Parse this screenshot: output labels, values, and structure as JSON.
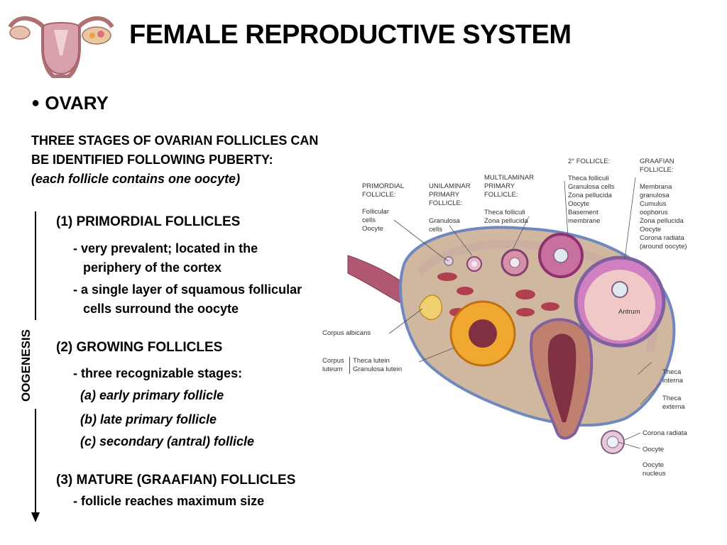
{
  "slide": {
    "title": "FEMALE REPRODUCTIVE SYSTEM",
    "heading_bullet": "●",
    "heading": "OVARY",
    "intro": {
      "line1": "THREE STAGES OF OVARIAN FOLLICLES CAN",
      "line2": "BE IDENTIFIED FOLLOWING PUBERTY:",
      "note": "(each follicle contains one oocyte)"
    },
    "side_label": "OOGENESIS",
    "stages": {
      "s1_title": "(1) PRIMORDIAL FOLLICLES",
      "s1_b1_l1": "- very prevalent; located in the",
      "s1_b1_l2": "periphery of the cortex",
      "s1_b2_l1": "- a single layer of squamous follicular",
      "s1_b2_l2": "cells surround the oocyte",
      "s2_title": "(2) GROWING FOLLICLES",
      "s2_b1": "- three recognizable stages:",
      "s2_a": "(a) early primary follicle",
      "s2_b": "(b) late primary follicle",
      "s2_c": "(c) secondary (antral)  follicle",
      "s3_title": "(3) MATURE (GRAAFIAN) FOLLICLES",
      "s3_b1": "- follicle reaches maximum size"
    }
  },
  "diagram": {
    "primordial": [
      "PRIMORDIAL",
      "FOLLICLE:"
    ],
    "unilaminar": [
      "UNILAMINAR",
      "PRIMARY",
      "FOLLICLE:"
    ],
    "multilaminar": [
      "MULTILAMINAR",
      "PRIMARY",
      "FOLLICLE:"
    ],
    "secondary": "2° FOLLICLE:",
    "graafian": [
      "GRAAFIAN",
      "FOLLICLE:"
    ],
    "follicular_cells": [
      "Follicular",
      "cells",
      "Oocyte"
    ],
    "granulosa_cells_left": [
      "Granulosa",
      "cells"
    ],
    "theca_zona": [
      "Theca folliculi",
      "Zona pellucida"
    ],
    "secondary_parts": [
      "Theca folliculi",
      "Granulosa cells",
      "Zona pellucida",
      "Oocyte",
      "Basement",
      "membrane"
    ],
    "graafian_parts": [
      "Membrana",
      "granulosa",
      "Cumulus",
      "oophorus",
      "Zona pellucida",
      "Oocyte",
      "Corona radiata",
      "(around oocyte)"
    ],
    "antrum": "Antrum",
    "corpus_albicans": "Corpus albicans",
    "corpus_luteum": [
      "Corpus",
      "luteum"
    ],
    "luteum_parts": [
      "Theca lutein",
      "Granulosa lutein"
    ],
    "theca_interna": [
      "Theca",
      "interna"
    ],
    "theca_externa": [
      "Theca",
      "externa"
    ],
    "ovulated": [
      "Corona radiata",
      "Oocyte",
      "Oocyte",
      "nucleus"
    ]
  }
}
